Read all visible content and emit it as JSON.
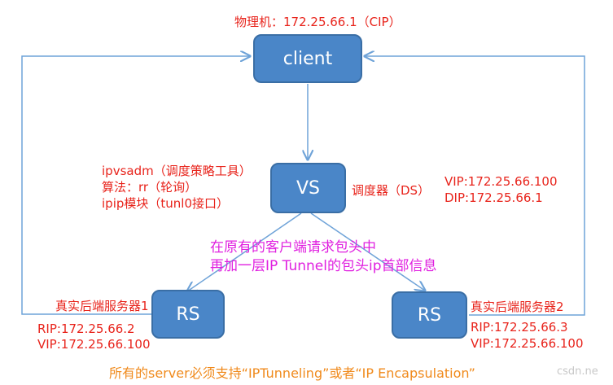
{
  "labels": {
    "physical": "物理机：172.25.66.1（CIP）",
    "ipvsadm": "ipvsadm（调度策略工具）",
    "algo": "算法：rr（轮询）",
    "ipip": "ipip模块（tunl0接口）",
    "scheduler": "调度器（DS）",
    "vs_vip": "VIP:172.25.66.100",
    "vs_dip": "DIP:172.25.66.1",
    "tunnel_line1": "在原有的客户端请求包头中",
    "tunnel_line2": "再加一层IP Tunnel的包头ip首部信息",
    "rs1_title": "真实后端服务器1",
    "rs1_rip": "RIP:172.25.66.2",
    "rs1_vip": "VIP:172.25.66.100",
    "rs2_title": "真实后端服务器2",
    "rs2_rip": "RIP:172.25.66.3",
    "rs2_vip": "VIP:172.25.66.100",
    "footer": "所有的server必须支持“IPTunneling”或者“IP Encapsulation”",
    "watermark": "csdn.ne"
  },
  "nodes": {
    "client": "client",
    "vs": "VS",
    "rs1": "RS",
    "rs2": "RS"
  },
  "colors": {
    "node_fill": "#4a86c8",
    "edge": "#6fa3d8",
    "label_red": "#e8241c",
    "label_magenta": "#e020e0",
    "label_orange": "#f08a1c"
  }
}
